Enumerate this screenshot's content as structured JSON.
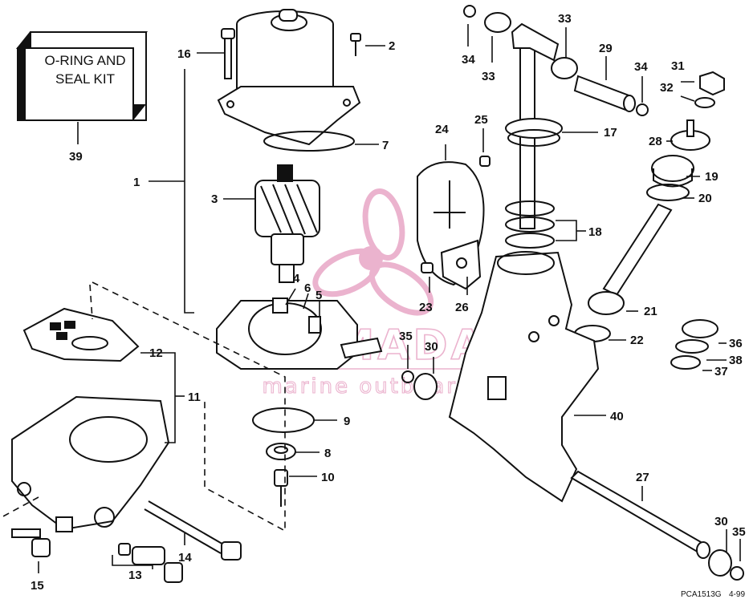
{
  "kit_box": {
    "line1": "O-RING AND",
    "line2": "SEAL KIT",
    "number": "39"
  },
  "parts": [
    {
      "id": "1",
      "label": "1"
    },
    {
      "id": "2",
      "label": "2"
    },
    {
      "id": "3",
      "label": "3"
    },
    {
      "id": "4",
      "label": "4"
    },
    {
      "id": "5",
      "label": "5"
    },
    {
      "id": "6",
      "label": "6"
    },
    {
      "id": "7",
      "label": "7"
    },
    {
      "id": "8",
      "label": "8"
    },
    {
      "id": "9",
      "label": "9"
    },
    {
      "id": "10",
      "label": "10"
    },
    {
      "id": "11",
      "label": "11"
    },
    {
      "id": "12",
      "label": "12"
    },
    {
      "id": "13",
      "label": "13"
    },
    {
      "id": "14",
      "label": "14"
    },
    {
      "id": "15",
      "label": "15"
    },
    {
      "id": "16",
      "label": "16"
    },
    {
      "id": "17",
      "label": "17"
    },
    {
      "id": "18",
      "label": "18"
    },
    {
      "id": "19",
      "label": "19"
    },
    {
      "id": "20",
      "label": "20"
    },
    {
      "id": "21",
      "label": "21"
    },
    {
      "id": "22",
      "label": "22"
    },
    {
      "id": "23",
      "label": "23"
    },
    {
      "id": "24",
      "label": "24"
    },
    {
      "id": "25",
      "label": "25"
    },
    {
      "id": "26",
      "label": "26"
    },
    {
      "id": "27",
      "label": "27"
    },
    {
      "id": "28",
      "label": "28"
    },
    {
      "id": "29",
      "label": "29"
    },
    {
      "id": "30a",
      "label": "30"
    },
    {
      "id": "30b",
      "label": "30"
    },
    {
      "id": "31",
      "label": "31"
    },
    {
      "id": "32",
      "label": "32"
    },
    {
      "id": "33a",
      "label": "33"
    },
    {
      "id": "33b",
      "label": "33"
    },
    {
      "id": "34a",
      "label": "34"
    },
    {
      "id": "34b",
      "label": "34"
    },
    {
      "id": "35a",
      "label": "35"
    },
    {
      "id": "35b",
      "label": "35"
    },
    {
      "id": "36",
      "label": "36"
    },
    {
      "id": "37",
      "label": "37"
    },
    {
      "id": "38",
      "label": "38"
    },
    {
      "id": "40",
      "label": "40"
    }
  ],
  "watermark": {
    "brand": "ARMADA",
    "tagline": "marine outboards",
    "color": "#e8a6c6"
  },
  "footer": {
    "code": "PCA1513G",
    "date": "4-99"
  }
}
